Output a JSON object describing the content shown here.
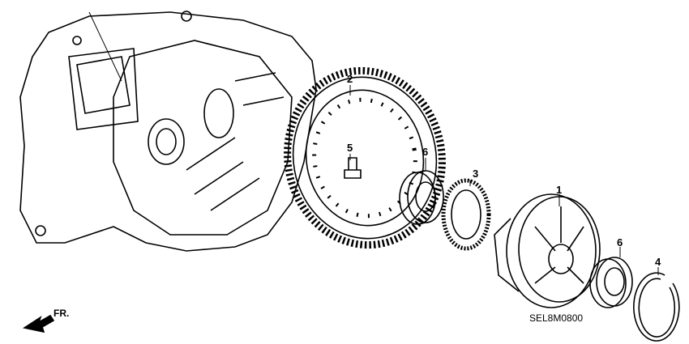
{
  "callouts": {
    "differential_assembly": "1",
    "final_driven_gear": "2",
    "part_3": "3",
    "snap_ring": "4",
    "bolt": "5",
    "bearing_left": "6",
    "bearing_right": "6"
  },
  "direction_label": "FR.",
  "diagram_code": "SEL8M0800",
  "line_color": "#000000"
}
